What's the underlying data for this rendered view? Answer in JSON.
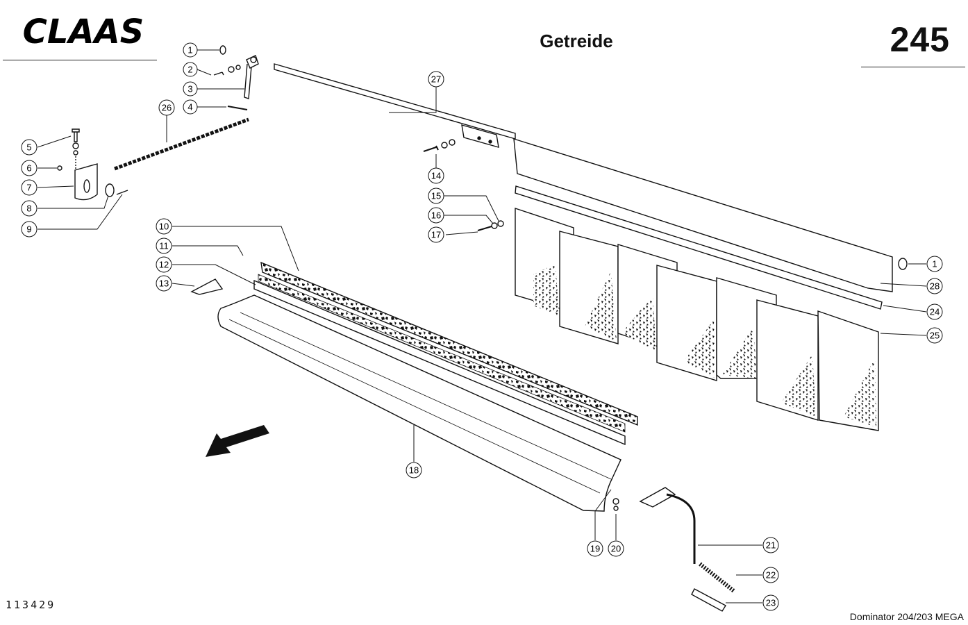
{
  "header": {
    "brand": "CLAAS",
    "title": "Getreide",
    "page_number": "245"
  },
  "footer": {
    "drawing_number": "113429",
    "model": "Dominator 204/203 MEGA"
  },
  "callouts": [
    "1",
    "2",
    "3",
    "4",
    "5",
    "6",
    "7",
    "8",
    "9",
    "10",
    "11",
    "12",
    "13",
    "14",
    "15",
    "16",
    "17",
    "18",
    "19",
    "20",
    "21",
    "22",
    "23",
    "24",
    "25",
    "26",
    "27",
    "28"
  ],
  "colors": {
    "ink": "#111111",
    "paper": "#ffffff"
  },
  "icons": {
    "direction": "travel-direction-arrow-icon"
  }
}
